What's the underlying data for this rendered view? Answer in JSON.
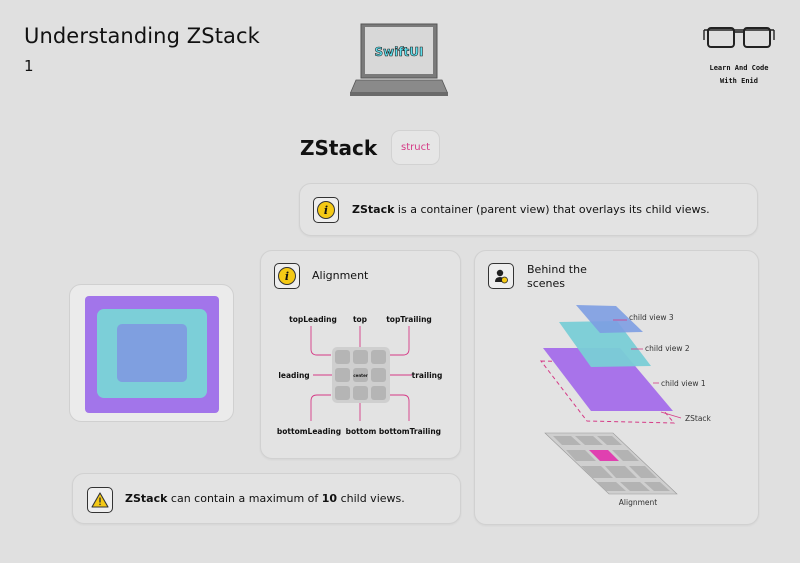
{
  "header": {
    "title": "Understanding ZStack",
    "page_number": "1",
    "laptop_screen_text": "SwiftUI",
    "brand_line1": "Learn And Code",
    "brand_line2": "With Enid"
  },
  "zstack": {
    "title": "ZStack",
    "badge": "struct"
  },
  "description": {
    "bold": "ZStack",
    "text": " is a container (parent view) that overlays its child views."
  },
  "preview": {
    "layers": [
      "#a275ea",
      "#7ccfd8",
      "#7f9fe0"
    ]
  },
  "alignment_card": {
    "title": "Alignment",
    "labels": {
      "topLeading": "topLeading",
      "top": "top",
      "topTrailing": "topTrailing",
      "leading": "leading",
      "center": "center",
      "trailing": "trailing",
      "bottomLeading": "bottomLeading",
      "bottom": "bottom",
      "bottomTrailing": "bottomTrailing"
    },
    "line_color": "#d53a86"
  },
  "scenes_card": {
    "title": "Behind the scenes",
    "layers": {
      "child3": "child view 3",
      "child2": "child view 2",
      "child1": "child view 1",
      "zstack": "ZStack"
    },
    "grid_label": "Alignment",
    "colors": {
      "child3": "#7d9de2",
      "child2": "#79ced6",
      "child1": "#a873ea",
      "zstack_outline": "#d53a86",
      "grid_highlight": "#e040b0"
    }
  },
  "warning": {
    "bold_start": "ZStack",
    "text_mid": " can contain a maximum of ",
    "bold_num": "10",
    "text_end": " child views."
  },
  "icons": {
    "info": "info-icon",
    "warning": "warning-icon",
    "layers": "layers-icon",
    "laptop": "laptop-icon",
    "glasses": "glasses-icon"
  }
}
